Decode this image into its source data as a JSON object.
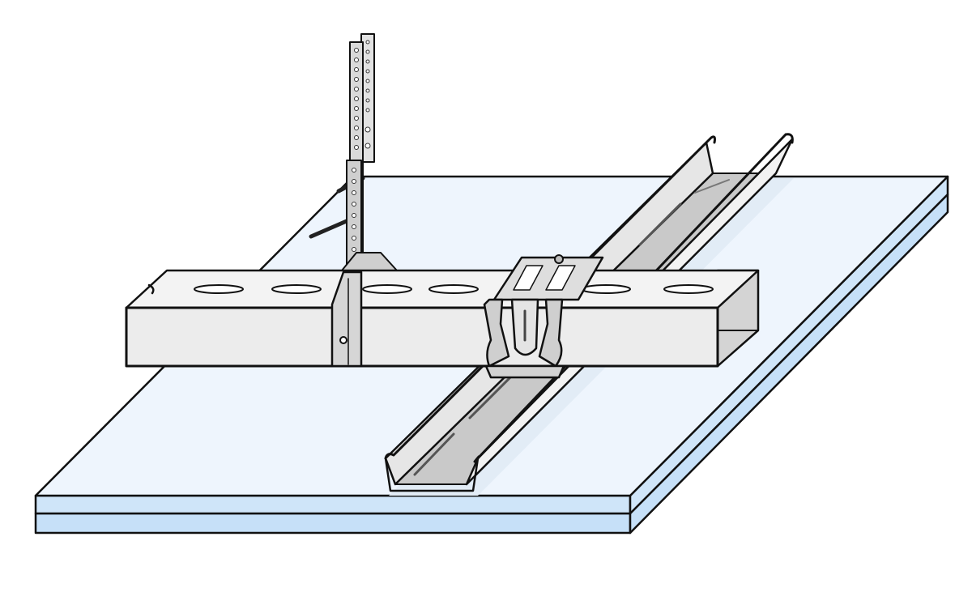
{
  "diagram": {
    "colors": {
      "board_top": "#eef5fd",
      "board_edge": "#c6e0f8",
      "metal_light": "#f0f0f0",
      "metal_mid": "#dcdcdc",
      "metal_dark": "#bdbdbd",
      "outline": "#111111"
    },
    "components": [
      {
        "name": "plasterboard-layer-upper",
        "color": "#eef5fd"
      },
      {
        "name": "plasterboard-layer-lower",
        "color": "#c6e0f8"
      },
      {
        "name": "primary-profile-channel",
        "color": "#ececec"
      },
      {
        "name": "secondary-profile-channel",
        "color": "#dcdcdc"
      },
      {
        "name": "cross-connector-clip",
        "color": "#cfcfcf"
      },
      {
        "name": "perforated-hanger-rod",
        "color": "#d9d9d9"
      },
      {
        "name": "hanger-wire",
        "color": "#222222"
      }
    ]
  }
}
